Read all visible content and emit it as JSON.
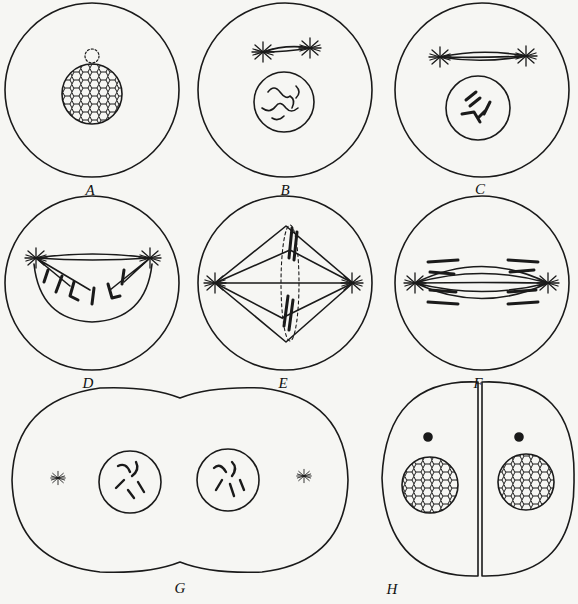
{
  "diagram": {
    "labels": [
      "A",
      "B",
      "C",
      "D",
      "E",
      "F",
      "G",
      "H"
    ]
  }
}
